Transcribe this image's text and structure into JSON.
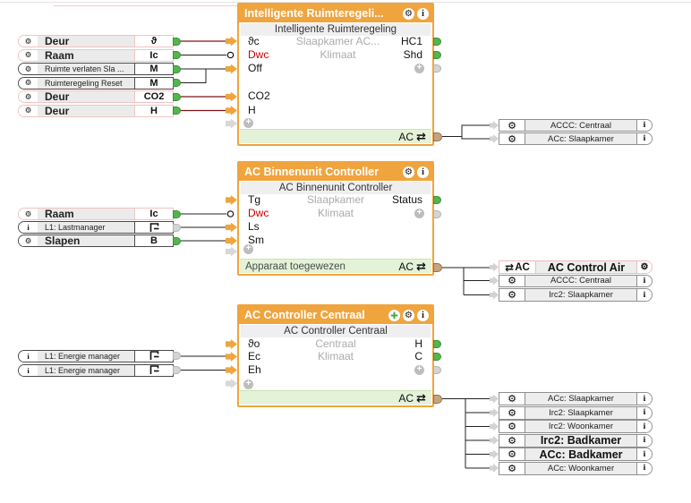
{
  "colors": {
    "block_accent": "#F0A43D",
    "footer_bg": "#E4F2D8",
    "connector_green": "#55B54D",
    "connector_grey": "#D4D4D4",
    "connector_tan": "#C6A47E",
    "wire_black": "#222222",
    "wire_darkred": "#7B1518",
    "negated_label": "#CC0000",
    "pill_border_pink": "#F0C3C3",
    "pill_border_dark": "#4A4A4A"
  },
  "blocks": [
    {
      "title": "Intelligente Ruimteregeli...",
      "subtitle": "Intelligente Ruimteregeling",
      "room": "Slaapkamer AC...",
      "category": "Klimaat",
      "inputs": [
        "ϑc",
        "Dwc",
        "Off",
        "CO2",
        "H"
      ],
      "outputs": [
        "HC1",
        "Shd"
      ],
      "footer": {
        "left": "",
        "right": "AC"
      },
      "title_icons": [
        "gear-icon",
        "info-icon"
      ]
    },
    {
      "title": "AC Binnenunit Controller",
      "subtitle": "AC Binnenunit Controller",
      "room": "Slaapkamer",
      "category": "Klimaat",
      "inputs": [
        "Tg",
        "Dwc",
        "Ls",
        "Sm"
      ],
      "outputs": [
        "Status"
      ],
      "footer": {
        "left": "Apparaat toegewezen",
        "right": "AC"
      },
      "title_icons": [
        "gear-icon",
        "info-icon"
      ]
    },
    {
      "title": "AC Controller Centraal",
      "subtitle": "AC Controller Centraal",
      "room": "Centraal",
      "category": "Klimaat",
      "inputs": [
        "ϑo",
        "Ec",
        "Eh"
      ],
      "outputs": [
        "H",
        "C"
      ],
      "footer": {
        "left": "",
        "right": "AC"
      },
      "title_icons": [
        "move-icon",
        "gear-icon",
        "info-icon"
      ]
    }
  ],
  "input_pills": [
    {
      "icon": "gear-icon",
      "label": "Deur",
      "value": "ϑ"
    },
    {
      "icon": "gear-icon",
      "label": "Raam",
      "value": "Ic"
    },
    {
      "icon": "gear-icon",
      "label": "Ruimte verlaten Sla ...",
      "value": "M"
    },
    {
      "icon": "gear-icon",
      "label": "Ruimteregeling Reset",
      "value": "M"
    },
    {
      "icon": "gear-icon",
      "label": "Deur",
      "value": "CO2"
    },
    {
      "icon": "gear-icon",
      "label": "Deur",
      "value": "H"
    },
    {
      "icon": "gear-icon",
      "label": "Raam",
      "value": "Ic"
    },
    {
      "icon": "info-icon",
      "label": "L1: Lastmanager",
      "value_icon": "flag-icon"
    },
    {
      "icon": "gear-icon",
      "label": "Slapen",
      "value": "B"
    },
    {
      "icon": "info-icon",
      "label": "L1: Energie manager",
      "value_icon": "flag-icon"
    },
    {
      "icon": "info-icon",
      "label": "L1: Energie manager",
      "value_icon": "flag-icon"
    }
  ],
  "output_pills": [
    {
      "icon": "gear-icon",
      "label": "ACCC: Centraal",
      "info": "i"
    },
    {
      "icon": "gear-icon",
      "label": "ACc: Slaapkamer",
      "info": "i"
    },
    {
      "icon": "swap-icon",
      "prefix": "AC",
      "label": "AC Control Air",
      "info": "⚙"
    },
    {
      "icon": "gear-icon",
      "label": "ACCC: Centraal",
      "info": "i"
    },
    {
      "icon": "gear-icon",
      "label": "Irc2: Slaapkamer",
      "info": "i"
    },
    {
      "icon": "gear-icon",
      "label": "ACc: Slaapkamer",
      "info": "i"
    },
    {
      "icon": "gear-icon",
      "label": "Irc2: Slaapkamer",
      "info": "i"
    },
    {
      "icon": "gear-icon",
      "label": "Irc2: Woonkamer",
      "info": "i"
    },
    {
      "icon": "gear-icon",
      "label": "Irc2: Badkamer",
      "info": "i"
    },
    {
      "icon": "gear-icon",
      "label": "ACc: Badkamer",
      "info": "i"
    },
    {
      "icon": "gear-icon",
      "label": "ACc: Woonkamer",
      "info": "i"
    }
  ],
  "glyphs": {
    "gear": "⚙",
    "info": "i",
    "swap": "⇄",
    "plus": "+"
  }
}
